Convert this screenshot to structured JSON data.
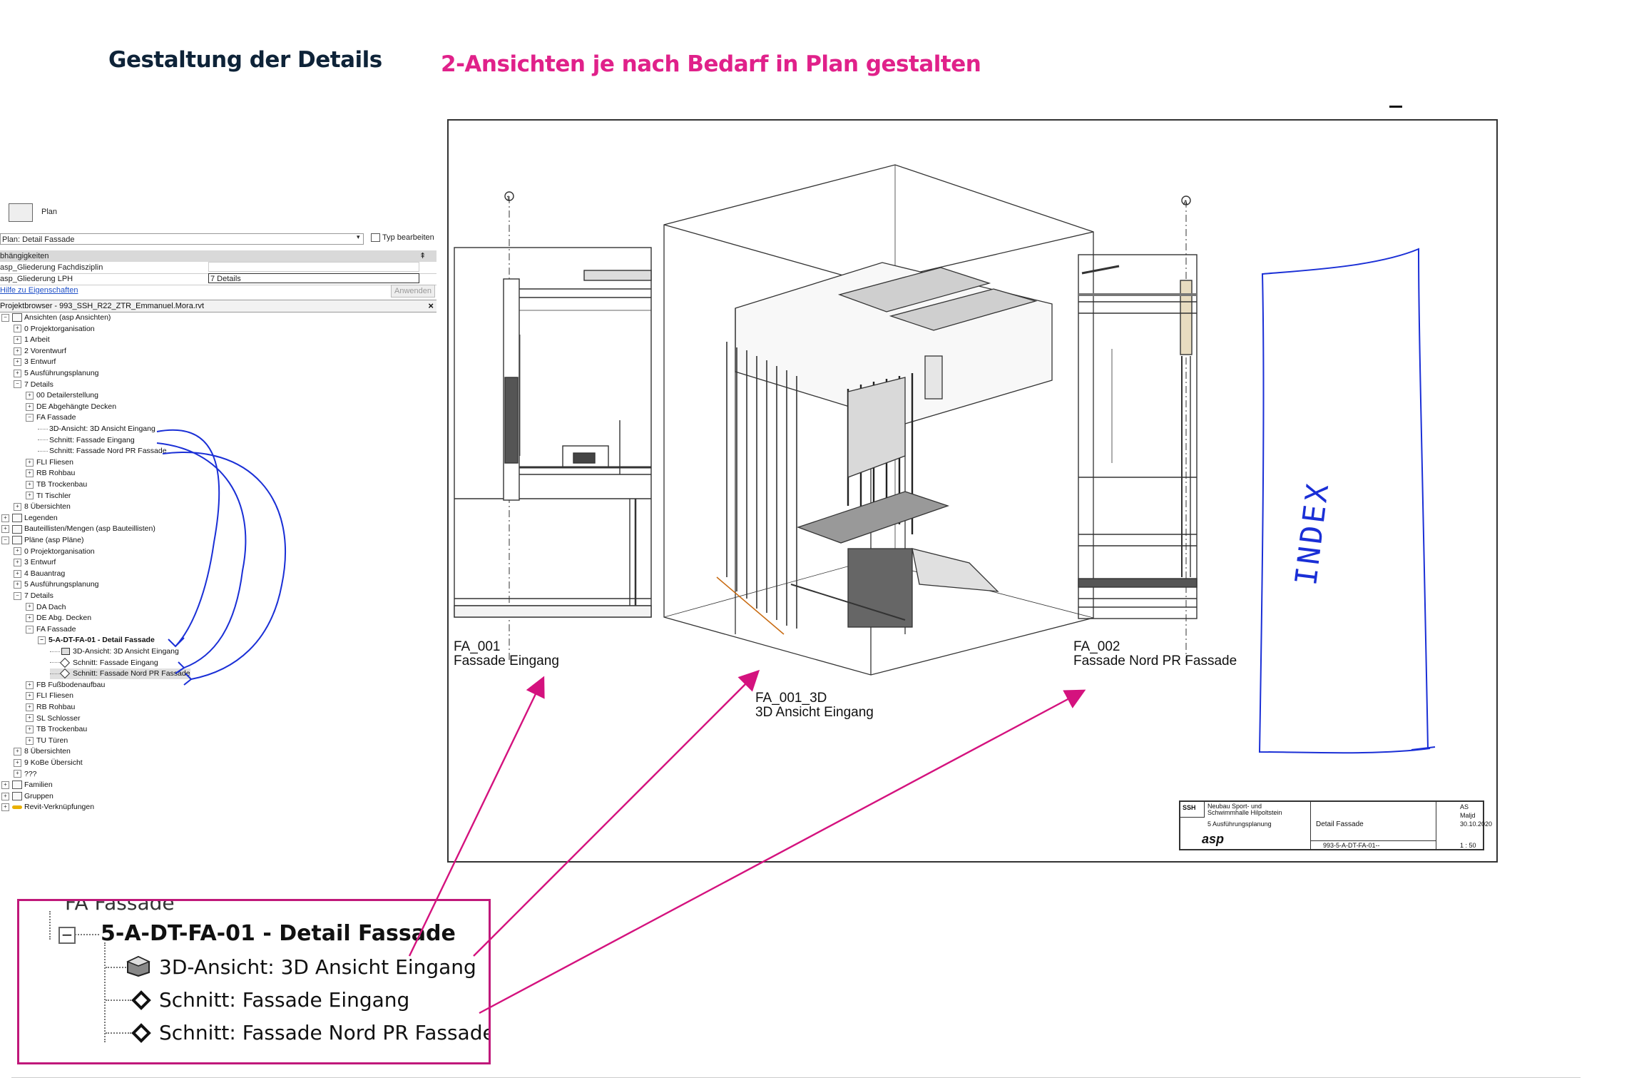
{
  "header": {
    "title": "Gestaltung der Details",
    "subtitle": "2-Ansichten je nach Bedarf in Plan gestalten"
  },
  "properties": {
    "type_label": "Plan",
    "instance_combo": "Plan: Detail Fassade",
    "type_edit_label": "Typ bearbeiten",
    "section_header": "bhängigkeiten",
    "rows": [
      {
        "name": "asp_Gliederung Fachdisziplin",
        "value": ""
      },
      {
        "name": "asp_Gliederung LPH",
        "value": "7 Details"
      }
    ],
    "help_link": "Hilfe zu Eigenschaften",
    "apply_button": "Anwenden"
  },
  "browser": {
    "title": "Projektbrowser - 993_SSH_R22_ZTR_Emmanuel.Mora.rvt",
    "items": [
      {
        "label": "Ansichten (asp Ansichten)",
        "level": 0,
        "exp": "−",
        "icon": "views"
      },
      {
        "label": "0 Projektorganisation",
        "level": 1,
        "exp": "+"
      },
      {
        "label": "1 Arbeit",
        "level": 1,
        "exp": "+"
      },
      {
        "label": "2 Vorentwurf",
        "level": 1,
        "exp": "+"
      },
      {
        "label": "3 Entwurf",
        "level": 1,
        "exp": "+"
      },
      {
        "label": "5 Ausführungsplanung",
        "level": 1,
        "exp": "+"
      },
      {
        "label": "7 Details",
        "level": 1,
        "exp": "−"
      },
      {
        "label": "00 Detailerstellung",
        "level": 2,
        "exp": "+"
      },
      {
        "label": "DE Abgehängte Decken",
        "level": 2,
        "exp": "+"
      },
      {
        "label": "FA Fassade",
        "level": 2,
        "exp": "−"
      },
      {
        "label": "3D-Ansicht: 3D Ansicht Eingang",
        "level": 3,
        "exp": ""
      },
      {
        "label": "Schnitt: Fassade Eingang",
        "level": 3,
        "exp": ""
      },
      {
        "label": "Schnitt: Fassade Nord PR Fassade",
        "level": 3,
        "exp": ""
      },
      {
        "label": "FLI Fliesen",
        "level": 2,
        "exp": "+"
      },
      {
        "label": "RB Rohbau",
        "level": 2,
        "exp": "+"
      },
      {
        "label": "TB Trockenbau",
        "level": 2,
        "exp": "+"
      },
      {
        "label": "TI Tischler",
        "level": 2,
        "exp": "+"
      },
      {
        "label": "8 Übersichten",
        "level": 1,
        "exp": "+"
      },
      {
        "label": "Legenden",
        "level": 0,
        "exp": "+",
        "icon": "legend"
      },
      {
        "label": "Bauteillisten/Mengen (asp Bauteillisten)",
        "level": 0,
        "exp": "+",
        "icon": "schedule"
      },
      {
        "label": "Pläne (asp Pläne)",
        "level": 0,
        "exp": "−",
        "icon": "sheets"
      },
      {
        "label": "0 Projektorganisation",
        "level": 1,
        "exp": "+"
      },
      {
        "label": "3 Entwurf",
        "level": 1,
        "exp": "+"
      },
      {
        "label": "4 Bauantrag",
        "level": 1,
        "exp": "+"
      },
      {
        "label": "5 Ausführungsplanung",
        "level": 1,
        "exp": "+"
      },
      {
        "label": "7 Details",
        "level": 1,
        "exp": "−"
      },
      {
        "label": "DA Dach",
        "level": 2,
        "exp": "+"
      },
      {
        "label": "DE Abg. Decken",
        "level": 2,
        "exp": "+"
      },
      {
        "label": "FA Fassade",
        "level": 2,
        "exp": "−"
      },
      {
        "label": "5-A-DT-FA-01 - Detail Fassade",
        "level": 3,
        "exp": "−",
        "bold": true
      },
      {
        "label": "3D-Ansicht: 3D Ansicht Eingang",
        "level": 4,
        "exp": "",
        "icon": "cube"
      },
      {
        "label": "Schnitt: Fassade Eingang",
        "level": 4,
        "exp": "",
        "icon": "section"
      },
      {
        "label": "Schnitt: Fassade Nord PR Fassade",
        "level": 4,
        "exp": "",
        "icon": "section",
        "selected": true
      },
      {
        "label": "FB Fußbodenaufbau",
        "level": 2,
        "exp": "+"
      },
      {
        "label": "FLI Fliesen",
        "level": 2,
        "exp": "+"
      },
      {
        "label": "RB Rohbau",
        "level": 2,
        "exp": "+"
      },
      {
        "label": "SL Schlosser",
        "level": 2,
        "exp": "+"
      },
      {
        "label": "TB Trockenbau",
        "level": 2,
        "exp": "+"
      },
      {
        "label": "TU Türen",
        "level": 2,
        "exp": "+"
      },
      {
        "label": "8 Übersichten",
        "level": 1,
        "exp": "+"
      },
      {
        "label": "9 KoBe Übersicht",
        "level": 1,
        "exp": "+"
      },
      {
        "label": "???",
        "level": 1,
        "exp": "+"
      },
      {
        "label": "Familien",
        "level": 0,
        "exp": "+",
        "icon": "families"
      },
      {
        "label": "Gruppen",
        "level": 0,
        "exp": "+",
        "icon": "groups"
      },
      {
        "label": "Revit-Verknüpfungen",
        "level": 0,
        "exp": "+",
        "icon": "links"
      }
    ]
  },
  "sheet": {
    "views": [
      {
        "id": "FA_001",
        "name": "Fassade Eingang"
      },
      {
        "id": "FA_001_3D",
        "name": "3D Ansicht Eingang"
      },
      {
        "id": "FA_002",
        "name": "Fassade Nord PR Fassade"
      }
    ],
    "marker_1": "1",
    "marker_a": "A",
    "handwritten_note": "INDEX",
    "title_block": {
      "office": "SSH",
      "project": "Neubau Sport- und Schwimmhalle Hilpoltstein",
      "phase": "5 Ausführungsplanung",
      "sheet_title": "Detail Fassade",
      "company": "asp",
      "sheet_number": "993-5-A-DT-FA-01--",
      "drawn": "AS",
      "checked": "Maljd",
      "date": "30.10.2020",
      "scale": "1 : 50"
    }
  },
  "zoom": {
    "cut_label": "FA Fassade",
    "sheet_label": "5-A-DT-FA-01 - Detail Fassade",
    "children": [
      "3D-Ansicht: 3D Ansicht Eingang",
      "Schnitt: Fassade Eingang",
      "Schnitt: Fassade Nord PR Fassade"
    ]
  },
  "colors": {
    "title": "#0e2338",
    "accent": "#e0218a",
    "arrow": "#d4127e",
    "pen": "#1a2fd6"
  }
}
